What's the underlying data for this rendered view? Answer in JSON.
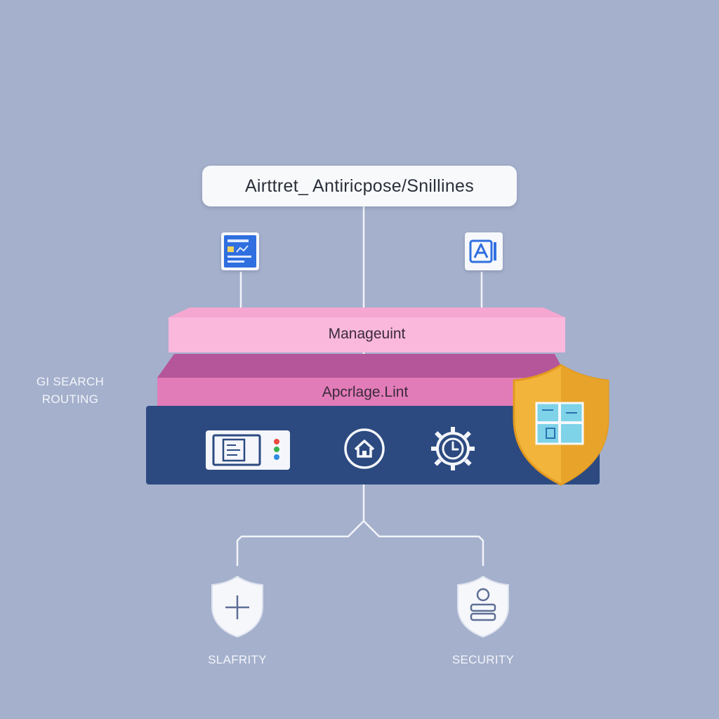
{
  "title": "Airttret_ Antiricpose/Snillines",
  "side_label": {
    "line1": "GI SEARCH",
    "line2": "ROUTING"
  },
  "layers": {
    "top": "Manageuint",
    "middle": "Apcrlage.Lint"
  },
  "bottom_labels": {
    "left": "SLAFRITY",
    "right": "SECURITY"
  },
  "colors": {
    "background": "#a4b0cc",
    "layer_top": "#f9b8dc",
    "layer_middle": "#e27cb9",
    "layer_base": "#2c4a80",
    "shield_gold": "#f2b43a",
    "accent_blue": "#2f6fe0"
  },
  "icons": {
    "left_card": "document-chart-icon",
    "right_card": "letter-a-icon",
    "base": [
      "device-panel-icon",
      "home-icon",
      "clock-gear-icon"
    ],
    "shield": "window-shield-icon",
    "bottom_left": "plus-shield-icon",
    "bottom_right": "user-shield-icon"
  }
}
